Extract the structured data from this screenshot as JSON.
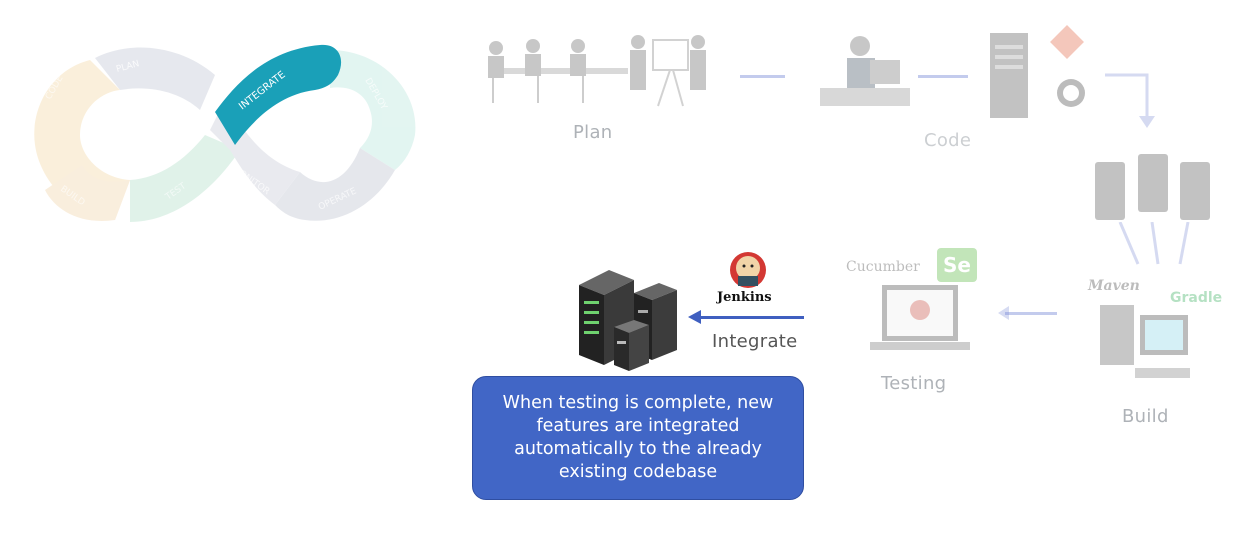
{
  "loop": {
    "segments": [
      "PLAN",
      "INTEGRATE",
      "DEPLOY",
      "OPERATE",
      "MONITOR",
      "TEST",
      "BUILD",
      "CODE"
    ],
    "active": "INTEGRATE",
    "active_color": "#1aa0b8"
  },
  "stages": {
    "plan": "Plan",
    "code": "Code",
    "build": "Build",
    "testing": "Testing",
    "integrate": "Integrate"
  },
  "tools": {
    "jenkins": "Jenkins",
    "cucumber": "Cucumber",
    "selenium": "Se",
    "maven": "Maven",
    "gradle": "Gradle"
  },
  "callout": {
    "text": "When testing is complete, new features are integrated automatically to the already existing codebase"
  },
  "colors": {
    "callout_bg": "#4166c6",
    "arrow_active": "#3f5fc0",
    "arrow_faded": "#aab5e6"
  }
}
